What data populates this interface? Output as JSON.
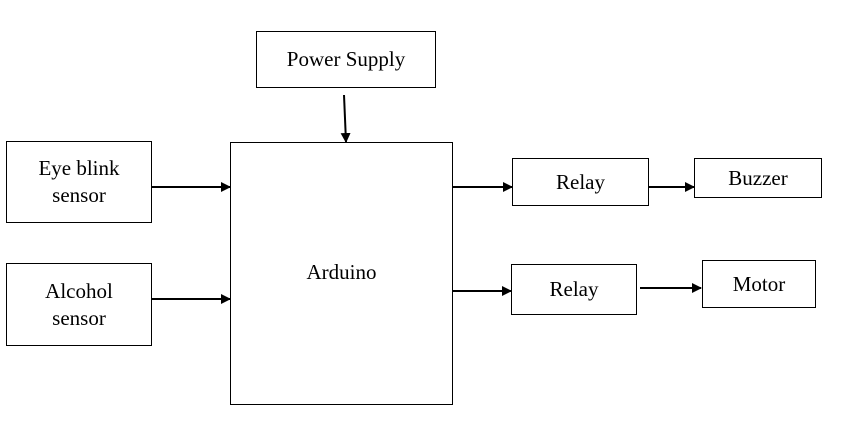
{
  "diagram": {
    "blocks": {
      "power_supply": "Power Supply",
      "eye_blink_sensor": [
        "Eye blink",
        "sensor"
      ],
      "alcohol_sensor": [
        "Alcohol",
        "sensor"
      ],
      "arduino": "Arduino",
      "relay_1": "Relay",
      "relay_2": "Relay",
      "buzzer": "Buzzer",
      "motor": "Motor"
    },
    "connections": [
      {
        "from": "power_supply",
        "to": "arduino"
      },
      {
        "from": "eye_blink_sensor",
        "to": "arduino"
      },
      {
        "from": "alcohol_sensor",
        "to": "arduino"
      },
      {
        "from": "arduino",
        "to": "relay_1"
      },
      {
        "from": "arduino",
        "to": "relay_2"
      },
      {
        "from": "relay_1",
        "to": "buzzer"
      },
      {
        "from": "relay_2",
        "to": "motor"
      }
    ]
  }
}
